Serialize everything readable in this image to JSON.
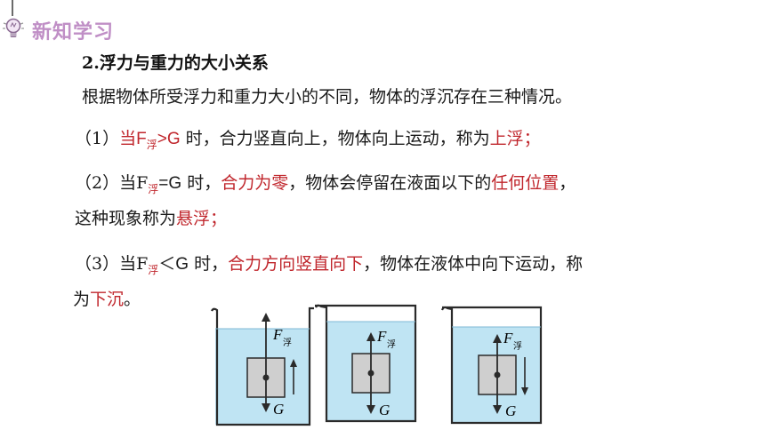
{
  "header": {
    "title": "新知学习",
    "icon": "lightbulb-icon",
    "accent_color": "#c08fc6"
  },
  "section": {
    "title": "2.浮力与重力的大小关系"
  },
  "paragraphs": {
    "intro": "根据物体所受浮力和重力大小的不同，物体的浮沉存在三种情况。",
    "case1": {
      "prefix": "（1）",
      "cond_a": "当F",
      "cond_sub": "浮",
      "cond_b": ">G",
      "middle": " 时，合力竖直向上，物体向上运动，称为",
      "result": "上浮",
      "end": "；"
    },
    "case2": {
      "prefix": "（2）当F",
      "cond_sub": "浮",
      "cond_b": "=G",
      "middle": " 时，",
      "highlight1": "合力为零",
      "middle2": "，物体会停留在液面以下的",
      "highlight2": "任何位置",
      "end": "，",
      "line2_a": "这种现象称为",
      "line2_result": "悬浮",
      "line2_end": "；"
    },
    "case3": {
      "prefix": "（3）当F",
      "cond_sub": "浮",
      "cond_b": "＜G",
      "middle": " 时，",
      "highlight": "合力方向竖直向下",
      "middle2": "，物体在液体中向下运动，称",
      "line2_a": "为",
      "line2_result": "下沉",
      "line2_end": "。"
    }
  },
  "diagrams": [
    {
      "f_label": "F",
      "f_sub": "浮",
      "g_label": "G",
      "motion": "up"
    },
    {
      "f_label": "F",
      "f_sub": "浮",
      "g_label": "G",
      "motion": "none"
    },
    {
      "f_label": "F",
      "f_sub": "浮",
      "g_label": "G",
      "motion": "down"
    }
  ],
  "colors": {
    "text": "#1a1a1a",
    "highlight": "#c0262c",
    "water": "#bfe4f3",
    "beaker_outline": "#2a2a2a",
    "block": "#cfcfcf"
  }
}
